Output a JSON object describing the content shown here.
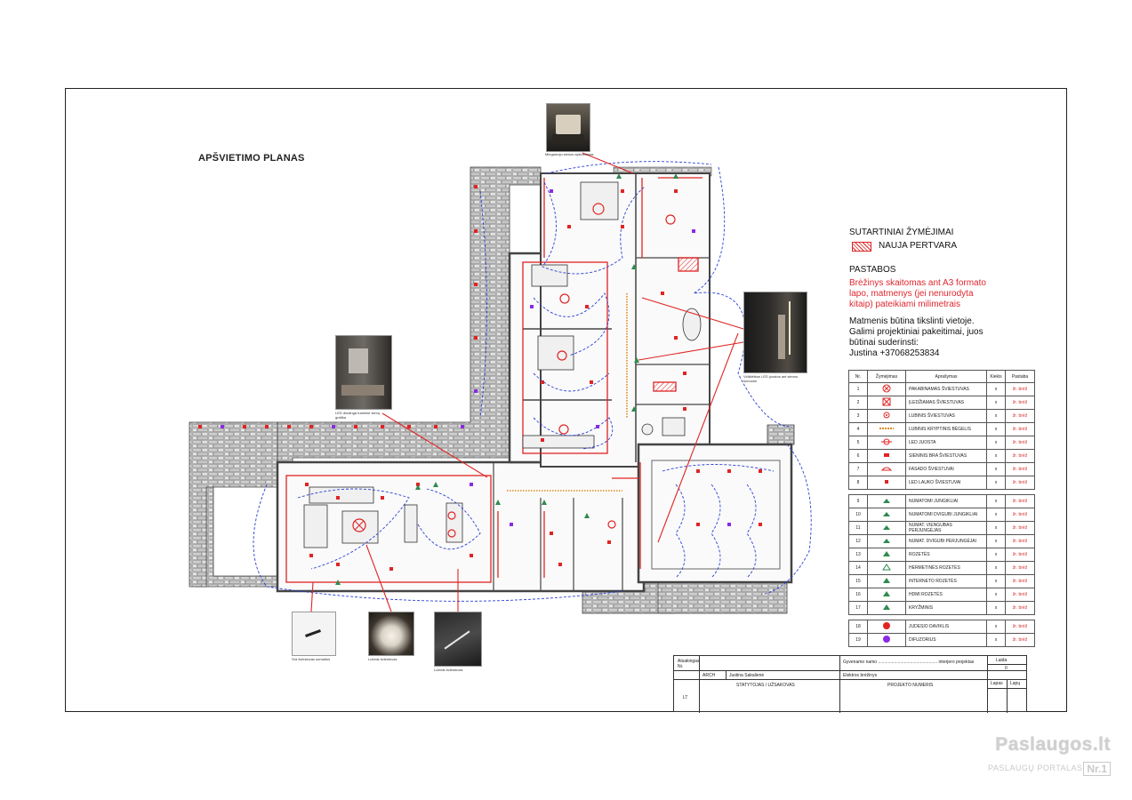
{
  "title": "APŠVIETIMO PLANAS",
  "photos": [
    {
      "caption": "Miegamojo sienos apšvietimas"
    },
    {
      "caption": "LED diodinga tranšinė sienų grafika"
    },
    {
      "caption": "Vidiklėtkos LED juostos ant sienos šonuose"
    },
    {
      "caption": "Sra šviestuvas sumaitos"
    },
    {
      "caption": "Lubinis šviestuvas"
    },
    {
      "caption": "Lubinis šviestuvas"
    }
  ],
  "conventions": {
    "heading": "SUTARTINIAI ŽYMĖJIMAI",
    "new_wall": "NAUJA PERTVARA"
  },
  "notes": {
    "heading": "PASTABOS",
    "red_text": [
      "Brėžinys skaitomas ant A3 formato",
      "lapo, matmenys (jei nenurodyta",
      "kitaip) pateikiami milimetrais"
    ],
    "black_text": [
      "Matmenis būtina tikslinti vietoje.",
      "Galimi projektiniai pakeitimai, juos",
      "būtinai suderinsti:",
      "Justina +37068253834"
    ]
  },
  "legend": {
    "headers": [
      "Nr.",
      "Žymėjimas",
      "Aprašymas",
      "Kiekis",
      "Pastaba"
    ],
    "groups": [
      [
        {
          "n": "1",
          "text": "PAKABINAMAS ŠVIESTUVAS",
          "sym": "circle-x",
          "q": "x",
          "p": "žr. brėž"
        },
        {
          "n": "2",
          "text": "ĮLEDŽIAMAS ŠVIESTUVAS",
          "sym": "square-x",
          "q": "x",
          "p": "žr. brėž"
        },
        {
          "n": "3",
          "text": "LUBINIS ŠVIESTUVAS",
          "sym": "small-circle",
          "q": "x",
          "p": "žr. brėž"
        },
        {
          "n": "4",
          "text": "LUBINIS KRYPTINIS BĖGELIS",
          "sym": "track",
          "q": "x",
          "p": "žr. brėž"
        },
        {
          "n": "5",
          "text": "LED JUOSTA",
          "sym": "led-strip",
          "q": "x",
          "p": "žr. brėž"
        },
        {
          "n": "6",
          "text": "SIENINIS BRA ŠVIESTUVAS",
          "sym": "wall-lamp",
          "q": "x",
          "p": "žr. brėž"
        },
        {
          "n": "7",
          "text": "FASADO ŠVIESTUVAI",
          "sym": "facade",
          "q": "x",
          "p": "žr. brėž"
        },
        {
          "n": "8",
          "text": "LED LAUKO ŠVIESTUVAI",
          "sym": "dot",
          "q": "x",
          "p": "žr. brėž"
        }
      ],
      [
        {
          "n": "9",
          "text": "NUMATOMI JUNGIKLIAI",
          "sym": "switch",
          "q": "x",
          "p": "žr. brėž"
        },
        {
          "n": "10",
          "text": "NUMATOMI DVIGUBI JUNGIKLIAI",
          "sym": "switch",
          "q": "x",
          "p": "žr. brėž"
        },
        {
          "n": "11",
          "text": "NUMAT. VIENGUBAS PERJUNGĖJAS",
          "sym": "switch",
          "q": "x",
          "p": "žr. brėž"
        },
        {
          "n": "12",
          "text": "NUMAT. DVIGUBI PERJUNGĖJAI",
          "sym": "switch",
          "q": "x",
          "p": "žr. brėž"
        },
        {
          "n": "13",
          "text": "ROZETĖS",
          "sym": "socket",
          "q": "x",
          "p": "žr. brėž"
        },
        {
          "n": "14",
          "text": "HERMETINĖS ROZETĖS",
          "sym": "socket-open",
          "q": "x",
          "p": "žr. brėž"
        },
        {
          "n": "15",
          "text": "INTERNETO ROZETĖS",
          "sym": "socket",
          "q": "x",
          "p": "žr. brėž"
        },
        {
          "n": "16",
          "text": "HDMI ROZETĖS",
          "sym": "socket",
          "q": "x",
          "p": "žr. brėž"
        },
        {
          "n": "17",
          "text": "KRYŽMINIS",
          "sym": "socket",
          "q": "x",
          "p": "žr. brėž"
        }
      ],
      [
        {
          "n": "18",
          "text": "JUDESIO DAVIKLIS",
          "sym": "red-dot",
          "q": "x",
          "p": "žr. brėž"
        },
        {
          "n": "19",
          "text": "DIFUZORIUS",
          "sym": "purple-dot",
          "q": "x",
          "p": "žr. brėž"
        }
      ]
    ]
  },
  "title_block": {
    "stage_label": "Atsakingas",
    "stage_sub": "Nr.",
    "object": "Gyvenamo namo ................................................ interjero projektas",
    "sheet_label": "Laida",
    "sheet_val": "0",
    "role": "ARCH",
    "author": "Justina Sakalienė",
    "drawing": "Elektros brėžinys",
    "client": "STATYTOJAS / UŽSAKOVAS",
    "project_no": "PROJEKTO NUMERIS",
    "page_label": "Lapas",
    "pages_label": "Lapų",
    "lang": "LT"
  },
  "watermark": {
    "brand": "Paslaugos.lt",
    "sub": "PASLAUGŲ PORTALAS",
    "badge": "Nr.1"
  },
  "colors": {
    "wall_red": "#e02424",
    "circuit_blue": "#2b3fd6",
    "switch_green": "#2f8a4e",
    "track_orange": "#e08a1c",
    "accent_purple": "#8a2be2",
    "stone": "#9a9a9a"
  }
}
